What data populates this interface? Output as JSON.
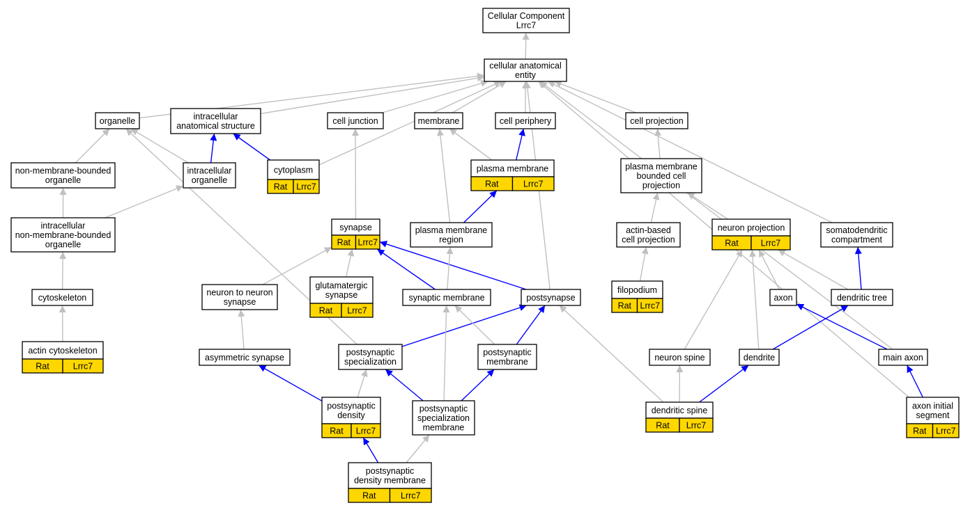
{
  "colors": {
    "is_a": "#c0c0c0",
    "part_of": "#0000ff",
    "annotation": "#ffd700",
    "node_fill": "#ffffff",
    "border": "#000000"
  },
  "nodes": {
    "root": {
      "lines": [
        "Cellular Component",
        "Lrrc7"
      ]
    },
    "cae": {
      "lines": [
        "cellular anatomical",
        "entity"
      ]
    },
    "organelle": {
      "lines": [
        "organelle"
      ]
    },
    "ias": {
      "lines": [
        "intracellular",
        "anatomical structure"
      ]
    },
    "celljunction": {
      "lines": [
        "cell junction"
      ]
    },
    "membrane": {
      "lines": [
        "membrane"
      ]
    },
    "cellperiphery": {
      "lines": [
        "cell periphery"
      ]
    },
    "cellprojection": {
      "lines": [
        "cell projection"
      ]
    },
    "nmbo": {
      "lines": [
        "non-membrane-bounded",
        "organelle"
      ]
    },
    "intraorg": {
      "lines": [
        "intracellular",
        "organelle"
      ]
    },
    "cytoplasm": {
      "lines": [
        "cytoplasm"
      ],
      "ann": [
        "Rat",
        "Lrrc7"
      ]
    },
    "plasmamembrane": {
      "lines": [
        "plasma membrane"
      ],
      "ann": [
        "Rat",
        "Lrrc7"
      ]
    },
    "pmbcp": {
      "lines": [
        "plasma membrane",
        "bounded cell",
        "projection"
      ]
    },
    "inmbo": {
      "lines": [
        "intracellular",
        "non-membrane-bounded",
        "organelle"
      ]
    },
    "synapse": {
      "lines": [
        "synapse"
      ],
      "ann": [
        "Rat",
        "Lrrc7"
      ]
    },
    "pmregion": {
      "lines": [
        "plasma membrane",
        "region"
      ]
    },
    "actinproj": {
      "lines": [
        "actin-based",
        "cell projection"
      ]
    },
    "neuronproj": {
      "lines": [
        "neuron projection"
      ],
      "ann": [
        "Rat",
        "Lrrc7"
      ]
    },
    "somato": {
      "lines": [
        "somatodendritic",
        "compartment"
      ]
    },
    "cytoskeleton": {
      "lines": [
        "cytoskeleton"
      ]
    },
    "n2n": {
      "lines": [
        "neuron to neuron",
        "synapse"
      ]
    },
    "glut": {
      "lines": [
        "glutamatergic",
        "synapse"
      ],
      "ann": [
        "Rat",
        "Lrrc7"
      ]
    },
    "synmem": {
      "lines": [
        "synaptic membrane"
      ]
    },
    "postsynapse": {
      "lines": [
        "postsynapse"
      ]
    },
    "filopodium": {
      "lines": [
        "filopodium"
      ],
      "ann": [
        "Rat",
        "Lrrc7"
      ]
    },
    "axon": {
      "lines": [
        "axon"
      ]
    },
    "dtree": {
      "lines": [
        "dendritic tree"
      ]
    },
    "actincyto": {
      "lines": [
        "actin cytoskeleton"
      ],
      "ann": [
        "Rat",
        "Lrrc7"
      ]
    },
    "asym": {
      "lines": [
        "asymmetric synapse"
      ]
    },
    "pss": {
      "lines": [
        "postsynaptic",
        "specialization"
      ]
    },
    "psm": {
      "lines": [
        "postsynaptic",
        "membrane"
      ]
    },
    "nspine": {
      "lines": [
        "neuron spine"
      ]
    },
    "dendrite": {
      "lines": [
        "dendrite"
      ]
    },
    "mainaxon": {
      "lines": [
        "main axon"
      ]
    },
    "psd": {
      "lines": [
        "postsynaptic",
        "density"
      ],
      "ann": [
        "Rat",
        "Lrrc7"
      ]
    },
    "pssm": {
      "lines": [
        "postsynaptic",
        "specialization",
        "membrane"
      ]
    },
    "dspine": {
      "lines": [
        "dendritic spine"
      ],
      "ann": [
        "Rat",
        "Lrrc7"
      ]
    },
    "ais": {
      "lines": [
        "axon initial",
        "segment"
      ],
      "ann": [
        "Rat",
        "Lrrc7"
      ]
    },
    "psdm": {
      "lines": [
        "postsynaptic",
        "density membrane"
      ],
      "ann": [
        "Rat",
        "Lrrc7"
      ]
    }
  },
  "edges": [
    {
      "from": "cae",
      "to": "root",
      "rel": "is_a"
    },
    {
      "from": "organelle",
      "to": "cae",
      "rel": "is_a"
    },
    {
      "from": "ias",
      "to": "cae",
      "rel": "is_a"
    },
    {
      "from": "celljunction",
      "to": "cae",
      "rel": "is_a"
    },
    {
      "from": "membrane",
      "to": "cae",
      "rel": "is_a"
    },
    {
      "from": "cellperiphery",
      "to": "cae",
      "rel": "is_a"
    },
    {
      "from": "cellprojection",
      "to": "cae",
      "rel": "is_a"
    },
    {
      "from": "cytoplasm",
      "to": "cae",
      "rel": "is_a"
    },
    {
      "from": "postsynapse",
      "to": "cae",
      "rel": "is_a"
    },
    {
      "from": "somato",
      "to": "cae",
      "rel": "is_a"
    },
    {
      "from": "mainaxon",
      "to": "cae",
      "rel": "is_a"
    },
    {
      "from": "ais",
      "to": "cae",
      "rel": "is_a"
    },
    {
      "from": "nmbo",
      "to": "organelle",
      "rel": "is_a"
    },
    {
      "from": "intraorg",
      "to": "organelle",
      "rel": "is_a"
    },
    {
      "from": "intraorg",
      "to": "ias",
      "rel": "part_of"
    },
    {
      "from": "cytoplasm",
      "to": "ias",
      "rel": "part_of"
    },
    {
      "from": "pss",
      "to": "organelle",
      "rel": "is_a"
    },
    {
      "from": "plasmamembrane",
      "to": "membrane",
      "rel": "is_a"
    },
    {
      "from": "plasmamembrane",
      "to": "cellperiphery",
      "rel": "part_of"
    },
    {
      "from": "pmregion",
      "to": "membrane",
      "rel": "is_a"
    },
    {
      "from": "pmregion",
      "to": "plasmamembrane",
      "rel": "part_of"
    },
    {
      "from": "synapse",
      "to": "celljunction",
      "rel": "is_a"
    },
    {
      "from": "pmbcp",
      "to": "cellprojection",
      "rel": "is_a"
    },
    {
      "from": "actinproj",
      "to": "pmbcp",
      "rel": "is_a"
    },
    {
      "from": "neuronproj",
      "to": "pmbcp",
      "rel": "is_a"
    },
    {
      "from": "inmbo",
      "to": "nmbo",
      "rel": "is_a"
    },
    {
      "from": "inmbo",
      "to": "intraorg",
      "rel": "is_a"
    },
    {
      "from": "cytoskeleton",
      "to": "inmbo",
      "rel": "is_a"
    },
    {
      "from": "actincyto",
      "to": "cytoskeleton",
      "rel": "is_a"
    },
    {
      "from": "n2n",
      "to": "synapse",
      "rel": "is_a"
    },
    {
      "from": "glut",
      "to": "synapse",
      "rel": "is_a"
    },
    {
      "from": "synmem",
      "to": "synapse",
      "rel": "part_of"
    },
    {
      "from": "postsynapse",
      "to": "synapse",
      "rel": "part_of"
    },
    {
      "from": "synmem",
      "to": "pmregion",
      "rel": "is_a"
    },
    {
      "from": "filopodium",
      "to": "actinproj",
      "rel": "is_a"
    },
    {
      "from": "nspine",
      "to": "neuronproj",
      "rel": "is_a"
    },
    {
      "from": "dendrite",
      "to": "neuronproj",
      "rel": "is_a"
    },
    {
      "from": "axon",
      "to": "neuronproj",
      "rel": "is_a"
    },
    {
      "from": "dtree",
      "to": "neuronproj",
      "rel": "is_a"
    },
    {
      "from": "dtree",
      "to": "somato",
      "rel": "part_of"
    },
    {
      "from": "asym",
      "to": "n2n",
      "rel": "is_a"
    },
    {
      "from": "pss",
      "to": "postsynapse",
      "rel": "part_of"
    },
    {
      "from": "psm",
      "to": "synmem",
      "rel": "is_a"
    },
    {
      "from": "psm",
      "to": "postsynapse",
      "rel": "part_of"
    },
    {
      "from": "pssm",
      "to": "synmem",
      "rel": "is_a"
    },
    {
      "from": "pssm",
      "to": "pss",
      "rel": "part_of"
    },
    {
      "from": "pssm",
      "to": "psm",
      "rel": "part_of"
    },
    {
      "from": "dspine",
      "to": "postsynapse",
      "rel": "is_a"
    },
    {
      "from": "dspine",
      "to": "nspine",
      "rel": "is_a"
    },
    {
      "from": "dspine",
      "to": "dendrite",
      "rel": "part_of"
    },
    {
      "from": "dendrite",
      "to": "dtree",
      "rel": "part_of"
    },
    {
      "from": "mainaxon",
      "to": "axon",
      "rel": "part_of"
    },
    {
      "from": "ais",
      "to": "mainaxon",
      "rel": "part_of"
    },
    {
      "from": "psd",
      "to": "asym",
      "rel": "part_of"
    },
    {
      "from": "psd",
      "to": "pss",
      "rel": "is_a"
    },
    {
      "from": "psdm",
      "to": "psd",
      "rel": "part_of"
    },
    {
      "from": "psdm",
      "to": "pssm",
      "rel": "is_a"
    }
  ]
}
